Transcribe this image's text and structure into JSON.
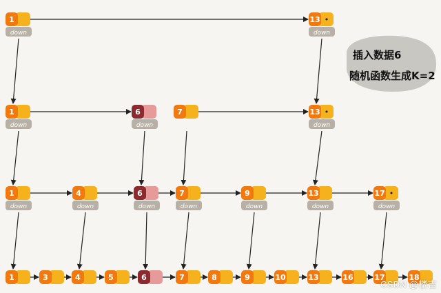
{
  "note": {
    "line1": "插入数据6",
    "line2": "随机函数生成K=2"
  },
  "down_label": "down",
  "watermark": "CSDN @楼吉",
  "colors": {
    "background": "#f6f5f1",
    "node_orange": "#f07a10",
    "node_yellow": "#f5b21c",
    "inserted_dark": "#8b2b2e",
    "inserted_pink": "#e79a9a",
    "down_box": "#b7b0a7",
    "note_bubble": "#c9c7c2",
    "arrow": "#222222"
  },
  "levels": [
    {
      "name": "level-4",
      "nodes": [
        {
          "key": "1",
          "tail": "",
          "down": true,
          "inserted": false
        },
        {
          "key": "13",
          "tail": "•",
          "down": true,
          "inserted": false
        }
      ]
    },
    {
      "name": "level-3",
      "nodes": [
        {
          "key": "1",
          "tail": "",
          "down": true,
          "inserted": false
        },
        {
          "key": "6",
          "tail": "",
          "down": true,
          "inserted": true
        },
        {
          "key": "7",
          "tail": "",
          "down": false,
          "inserted": false
        },
        {
          "key": "13",
          "tail": "•",
          "down": true,
          "inserted": false
        }
      ]
    },
    {
      "name": "level-2",
      "nodes": [
        {
          "key": "1",
          "tail": "",
          "down": true,
          "inserted": false
        },
        {
          "key": "4",
          "tail": "",
          "down": true,
          "inserted": false
        },
        {
          "key": "6",
          "tail": "",
          "down": true,
          "inserted": true
        },
        {
          "key": "7",
          "tail": "",
          "down": true,
          "inserted": false
        },
        {
          "key": "9",
          "tail": "",
          "down": true,
          "inserted": false
        },
        {
          "key": "13",
          "tail": "",
          "down": true,
          "inserted": false
        },
        {
          "key": "17",
          "tail": "•",
          "down": true,
          "inserted": false
        }
      ]
    },
    {
      "name": "level-1",
      "nodes": [
        {
          "key": "1",
          "tail": "",
          "down": false,
          "inserted": false
        },
        {
          "key": "3",
          "tail": "",
          "down": false,
          "inserted": false
        },
        {
          "key": "4",
          "tail": "",
          "down": false,
          "inserted": false
        },
        {
          "key": "5",
          "tail": "",
          "down": false,
          "inserted": false
        },
        {
          "key": "6",
          "tail": "",
          "down": false,
          "inserted": true
        },
        {
          "key": "7",
          "tail": "",
          "down": false,
          "inserted": false
        },
        {
          "key": "8",
          "tail": "",
          "down": false,
          "inserted": false
        },
        {
          "key": "9",
          "tail": "",
          "down": false,
          "inserted": false
        },
        {
          "key": "10",
          "tail": "",
          "down": false,
          "inserted": false
        },
        {
          "key": "13",
          "tail": "",
          "down": false,
          "inserted": false
        },
        {
          "key": "16",
          "tail": "",
          "down": false,
          "inserted": false
        },
        {
          "key": "17",
          "tail": "",
          "down": false,
          "inserted": false
        },
        {
          "key": "18",
          "tail": "",
          "down": false,
          "inserted": false
        }
      ]
    }
  ],
  "edges": {
    "horizontal": [
      {
        "level": 0,
        "from": 0,
        "to": 1
      },
      {
        "level": 1,
        "from": 0,
        "to": 1
      },
      {
        "level": 1,
        "from": 2,
        "to": 3
      },
      {
        "level": 2,
        "from": 0,
        "to": 1
      },
      {
        "level": 2,
        "from": 1,
        "to": 2
      },
      {
        "level": 2,
        "from": 2,
        "to": 3
      },
      {
        "level": 2,
        "from": 3,
        "to": 4
      },
      {
        "level": 2,
        "from": 4,
        "to": 5
      },
      {
        "level": 2,
        "from": 5,
        "to": 6
      },
      {
        "level": 3,
        "from": 0,
        "to": 1
      },
      {
        "level": 3,
        "from": 1,
        "to": 2
      },
      {
        "level": 3,
        "from": 2,
        "to": 3
      },
      {
        "level": 3,
        "from": 3,
        "to": 4
      },
      {
        "level": 3,
        "from": 4,
        "to": 5
      },
      {
        "level": 3,
        "from": 5,
        "to": 6
      },
      {
        "level": 3,
        "from": 6,
        "to": 7
      },
      {
        "level": 3,
        "from": 7,
        "to": 8
      },
      {
        "level": 3,
        "from": 8,
        "to": 9
      },
      {
        "level": 3,
        "from": 9,
        "to": 10
      },
      {
        "level": 3,
        "from": 10,
        "to": 11
      },
      {
        "level": 3,
        "from": 11,
        "to": 12
      }
    ],
    "vertical": [
      {
        "from": [
          0,
          0
        ],
        "to": [
          1,
          0
        ]
      },
      {
        "from": [
          0,
          1
        ],
        "to": [
          1,
          3
        ]
      },
      {
        "from": [
          1,
          0
        ],
        "to": [
          2,
          0
        ]
      },
      {
        "from": [
          1,
          1
        ],
        "to": [
          2,
          2
        ]
      },
      {
        "from": [
          1,
          2
        ],
        "to": [
          2,
          3
        ]
      },
      {
        "from": [
          1,
          3
        ],
        "to": [
          2,
          5
        ]
      },
      {
        "from": [
          2,
          0
        ],
        "to": [
          3,
          0
        ]
      },
      {
        "from": [
          2,
          1
        ],
        "to": [
          3,
          2
        ]
      },
      {
        "from": [
          2,
          2
        ],
        "to": [
          3,
          4
        ]
      },
      {
        "from": [
          2,
          3
        ],
        "to": [
          3,
          5
        ]
      },
      {
        "from": [
          2,
          4
        ],
        "to": [
          3,
          7
        ]
      },
      {
        "from": [
          2,
          5
        ],
        "to": [
          3,
          9
        ]
      },
      {
        "from": [
          2,
          6
        ],
        "to": [
          3,
          11
        ]
      }
    ]
  }
}
